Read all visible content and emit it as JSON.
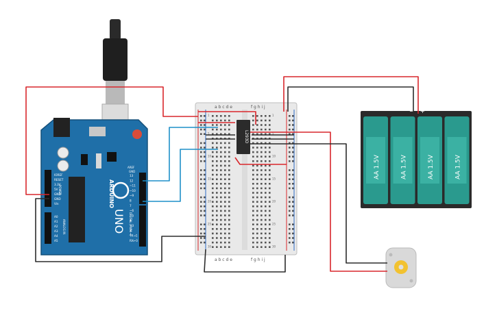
{
  "arduino": {
    "brand": "ARDUINO",
    "model": "UNO",
    "label_aref": "AREF",
    "label_gnd": "GND",
    "label_digital": "DIGITAL (PWM ~)",
    "label_power": "POWER",
    "label_analog_in": "ANALOG IN",
    "power_pins": [
      "IOREF",
      "RESET",
      "3.3V",
      "5V",
      "GND",
      "GND",
      "Vin"
    ],
    "analog_pins": [
      "A0",
      "A1",
      "A2",
      "A3",
      "A4",
      "A5"
    ],
    "digital_pins_top": [
      "13",
      "12",
      "~11",
      "~10",
      "~9",
      "8"
    ],
    "digital_pins_bottom": [
      "7",
      "~6",
      "~5",
      "4",
      "~3",
      "2",
      "TX→1",
      "RX←0"
    ]
  },
  "breadboard": {
    "columns_left": "a b c d e",
    "columns_right": "f g h i j",
    "rows": [
      "1",
      "5",
      "10",
      "15",
      "20",
      "25",
      "30"
    ]
  },
  "chip": {
    "label": "L293D"
  },
  "battery_pack": {
    "cells": [
      "AA 1.5V",
      "AA 1.5V",
      "AA 1.5V",
      "AA 1.5V"
    ],
    "minus": "−",
    "plus": "+"
  },
  "colors": {
    "board": "#1f6fa8",
    "wire_red": "#d9262b",
    "wire_black": "#2b2b2b",
    "wire_blue": "#1d8fc8",
    "battery_cell": "#2a9a8e",
    "motor": "#f2c230"
  }
}
